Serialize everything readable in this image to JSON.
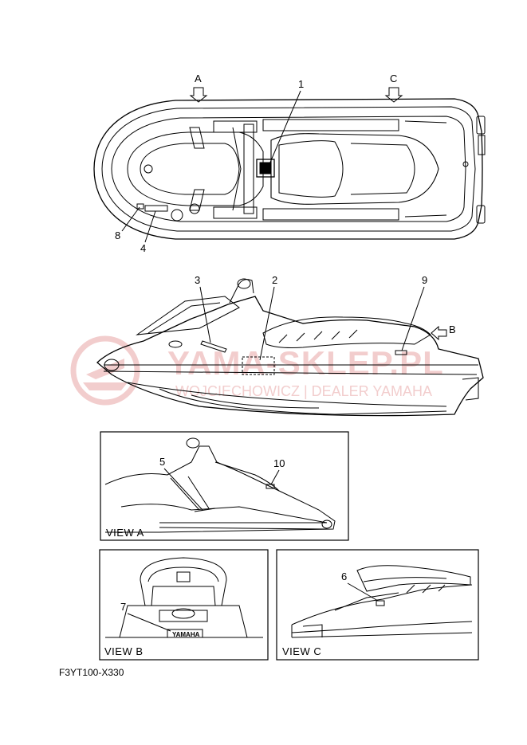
{
  "arrows": {
    "a": "A",
    "b": "B",
    "c": "C"
  },
  "callouts": {
    "c1": "1",
    "c2": "2",
    "c3": "3",
    "c4": "4",
    "c5": "5",
    "c6": "6",
    "c7": "7",
    "c8": "8",
    "c9": "9",
    "c10": "10"
  },
  "views": {
    "a": "VIEW A",
    "b": "VIEW B",
    "c": "VIEW C"
  },
  "decal_text": "YAMAHA",
  "watermark": {
    "line1": "YAMA-SKLEP.PL",
    "line2": "WOJCIECHOWICZ | DEALER YAMAHA",
    "color": "#e8a6a6"
  },
  "figure_code": "F3YT100-X330"
}
